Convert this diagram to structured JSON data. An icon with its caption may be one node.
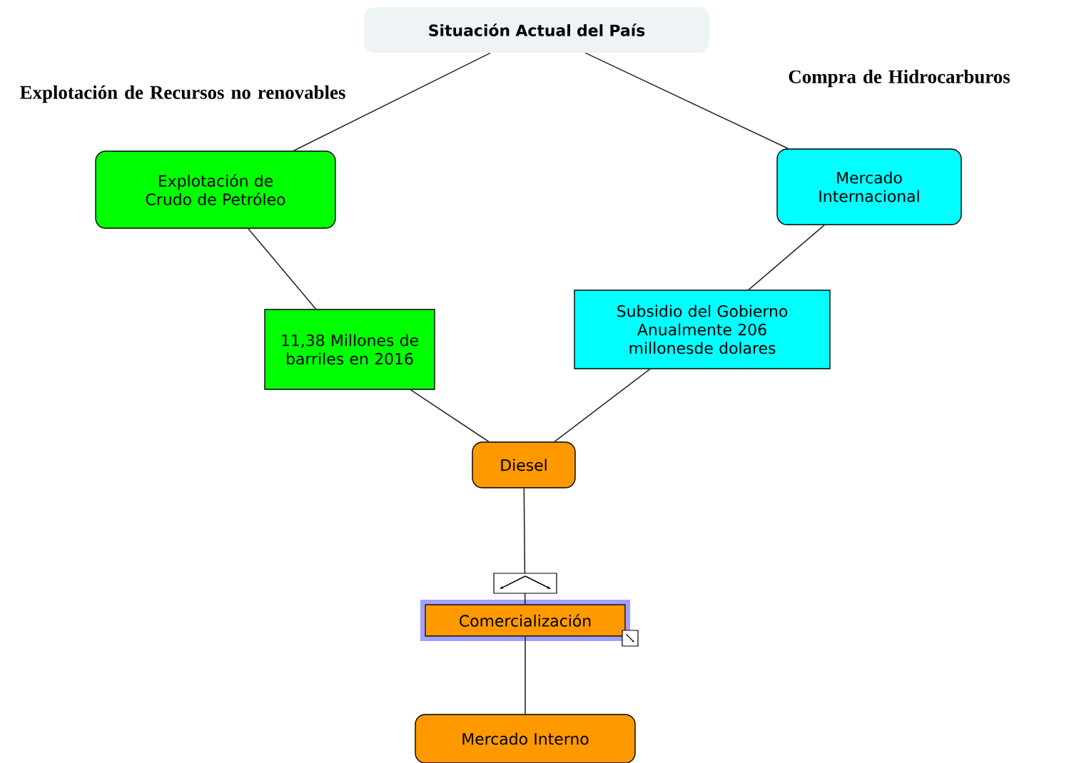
{
  "diagram": {
    "nodes": [
      {
        "text": [
          "Situación Actual del País"
        ]
      },
      {
        "text": [
          "Explotación de Crudo de Petróleo"
        ]
      },
      {
        "text": [
          "Mercado Internacional"
        ]
      },
      {
        "text": [
          "11,38 Millones de barriles en 2016"
        ]
      },
      {
        "text": [
          "Subsidio del Gobierno Anualmente 206 millonesde dolares"
        ]
      },
      {
        "text": [
          "Diesel"
        ]
      },
      {
        "text": [
          "Comercialización"
        ]
      },
      {
        "text": [
          "Mercado Interno"
        ]
      }
    ],
    "edges": [
      {
        "from": 0,
        "to": 1,
        "arrow": "none"
      },
      {
        "from": 0,
        "to": 2,
        "arrow": "none"
      },
      {
        "from": 1,
        "to": 3,
        "arrow": "none"
      },
      {
        "from": 2,
        "to": 4,
        "arrow": "none"
      },
      {
        "from": 3,
        "to": 5,
        "arrow": "none"
      },
      {
        "from": 4,
        "to": 5,
        "arrow": "none"
      },
      {
        "from": 5,
        "to": 6,
        "arrow": "none"
      },
      {
        "from": 6,
        "to": 7,
        "arrow": "none"
      }
    ],
    "labels": [
      "Explotación de Recursos no renovables",
      "Compra de Hidrocarburos"
    ]
  }
}
